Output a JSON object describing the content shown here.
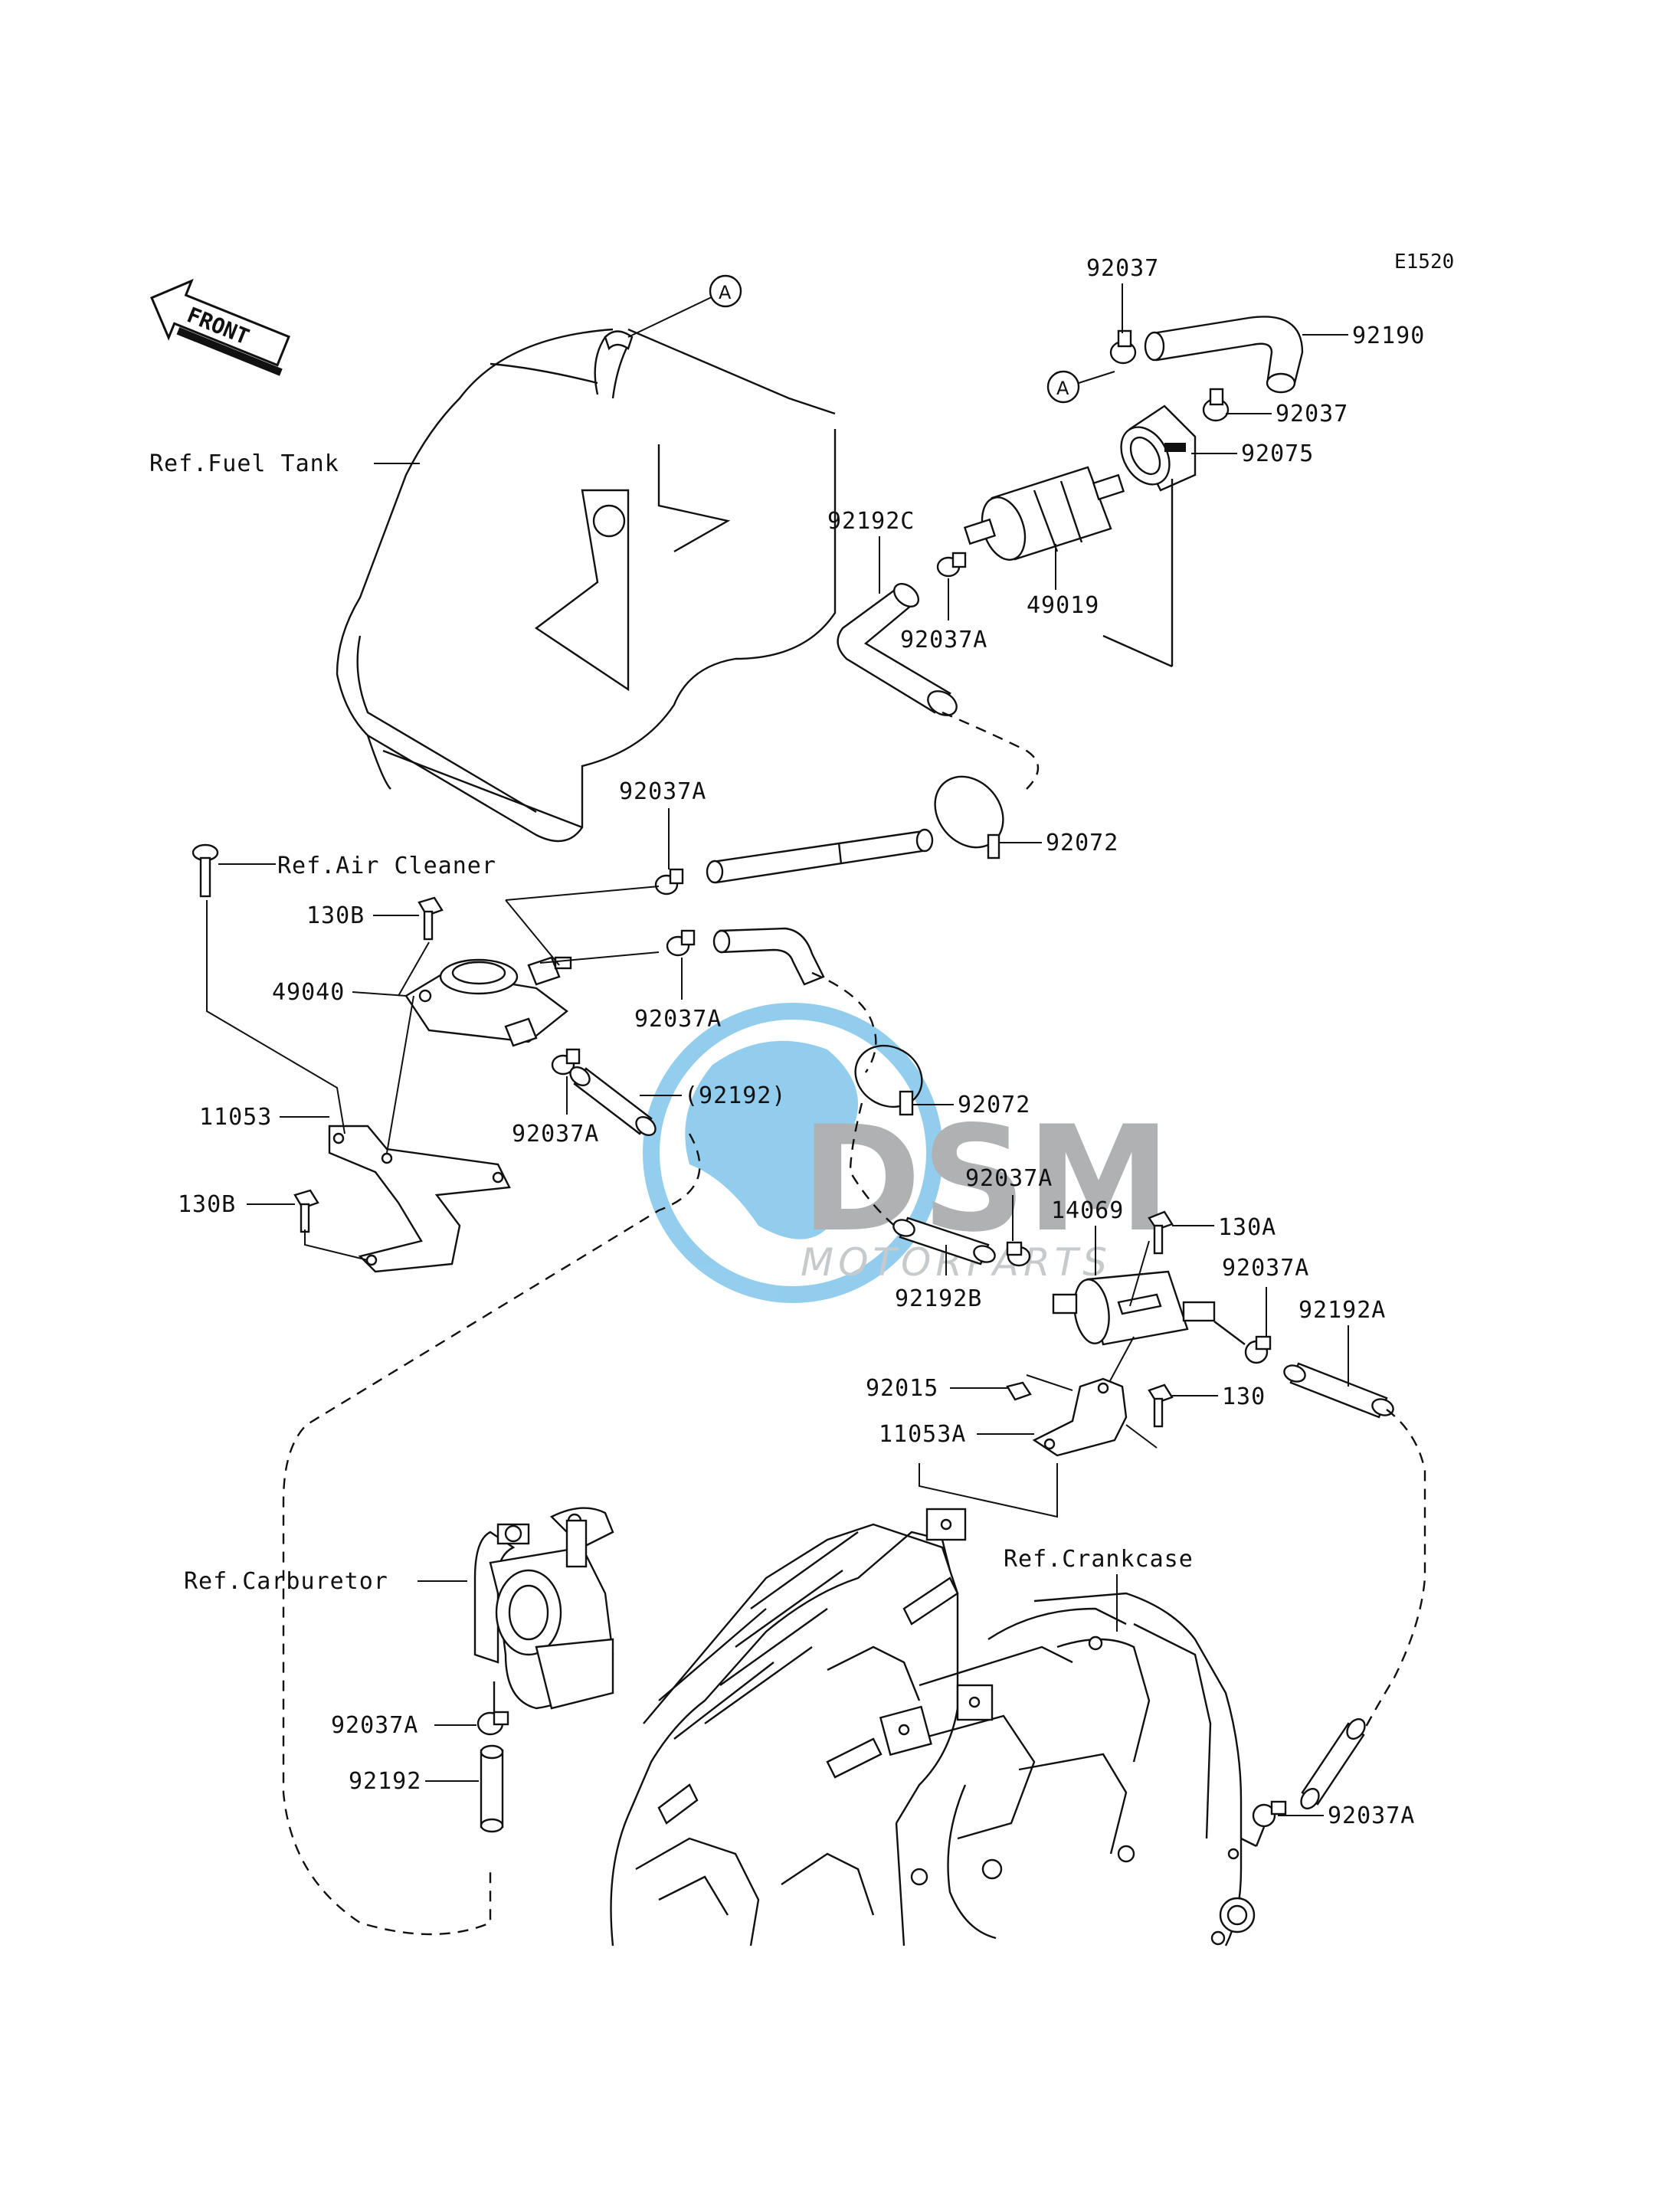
{
  "diagram_code": "E1520",
  "front_label": "FRONT",
  "connector_label": "A",
  "watermark": {
    "main": "DSM",
    "sub": "MOTORPARTS"
  },
  "references": {
    "fuel_tank": "Ref.Fuel Tank",
    "air_cleaner": "Ref.Air Cleaner",
    "carburetor": "Ref.Carburetor",
    "crankcase": "Ref.Crankcase"
  },
  "parts": {
    "p92037_top": "92037",
    "p92190": "92190",
    "p92037_mid": "92037",
    "p92075": "92075",
    "p92192C": "92192C",
    "p49019": "49019",
    "p92037A_filter": "92037A",
    "p92037A_upper": "92037A",
    "p92072_upper": "92072",
    "p130B_upper": "130B",
    "p49040": "49040",
    "p92037A_pump_right": "92037A",
    "p92192_paren": "(92192)",
    "p92037A_pump_lower": "92037A",
    "p92072_lower": "92072",
    "p11053": "11053",
    "p130B_lower": "130B",
    "p92037A_14069": "92037A",
    "p14069": "14069",
    "p130A": "130A",
    "p92192B": "92192B",
    "p92037A_right": "92037A",
    "p92192A": "92192A",
    "p92015": "92015",
    "p130": "130",
    "p11053A": "11053A",
    "p92037A_carb": "92037A",
    "p92192": "92192",
    "p92037A_crank": "92037A"
  },
  "colors": {
    "line": "#111111",
    "background": "#ffffff",
    "watermark_blue": "#3aa6e0",
    "watermark_gray": "#6f7376"
  }
}
